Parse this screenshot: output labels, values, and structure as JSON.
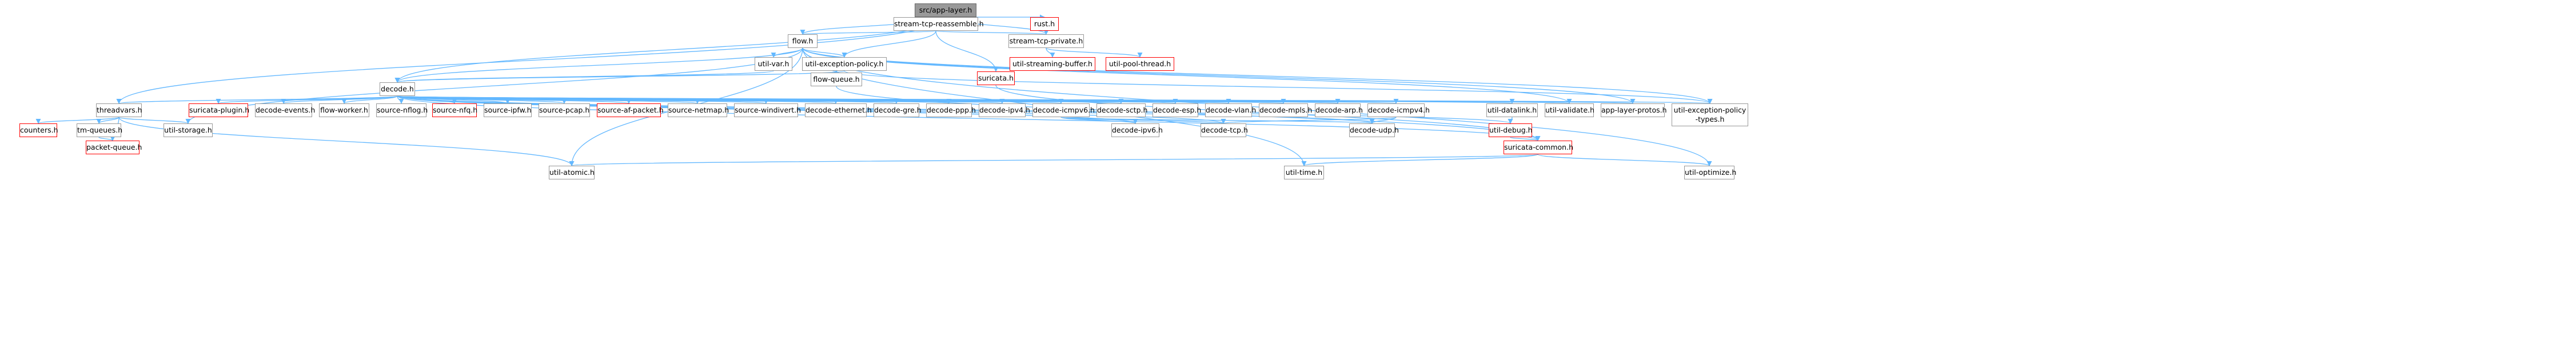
{
  "colors": {
    "edge": "#63b8ff",
    "root_fill": "#999999",
    "node_border": "#999999",
    "incomplete_border": "#ff0000"
  },
  "nodes": {
    "app_layer_h": "src/app-layer.h",
    "rust_h": "rust.h",
    "stream_tcp_reassemble_h": "stream-tcp-reassemble.h",
    "stream_tcp_private_h": "stream-tcp-private.h",
    "util_streaming_buffer_h": "util-streaming-buffer.h",
    "util_pool_thread_h": "util-pool-thread.h",
    "flow_h": "flow.h",
    "util_var_h": "util-var.h",
    "util_exception_policy_h": "util-exception-policy.h",
    "suricata_h": "suricata.h",
    "flow_queue_h": "flow-queue.h",
    "decode_h": "decode.h",
    "threadvars_h": "threadvars.h",
    "counters_h": "counters.h",
    "tm_queues_h": "tm-queues.h",
    "packet_queue_h": "packet-queue.h",
    "util_storage_h": "util-storage.h",
    "suricata_plugin_h": "suricata-plugin.h",
    "decode_events_h": "decode-events.h",
    "flow_worker_h": "flow-worker.h",
    "source_nflog_h": "source-nflog.h",
    "source_nfq_h": "source-nfq.h",
    "source_ipfw_h": "source-ipfw.h",
    "source_pcap_h": "source-pcap.h",
    "source_af_packet_h": "source-af-packet.h",
    "source_netmap_h": "source-netmap.h",
    "source_windivert_h": "source-windivert.h",
    "decode_ethernet_h": "decode-ethernet.h",
    "decode_gre_h": "decode-gre.h",
    "decode_ppp_h": "decode-ppp.h",
    "decode_ipv4_h": "decode-ipv4.h",
    "decode_icmpv6_h": "decode-icmpv6.h",
    "decode_sctp_h": "decode-sctp.h",
    "decode_esp_h": "decode-esp.h",
    "decode_vlan_h": "decode-vlan.h",
    "decode_mpls_h": "decode-mpls.h",
    "decode_arp_h": "decode-arp.h",
    "decode_icmpv4_h": "decode-icmpv4.h",
    "util_datalink_h": "util-datalink.h",
    "util_validate_h": "util-validate.h",
    "app_layer_protos_h": "app-layer-protos.h",
    "util_exception_policy_types_h_line1": "util-exception-policy",
    "util_exception_policy_types_h_line2": "-types.h",
    "decode_ipv6_h": "decode-ipv6.h",
    "decode_tcp_h": "decode-tcp.h",
    "decode_udp_h": "decode-udp.h",
    "util_debug_h": "util-debug.h",
    "suricata_common_h": "suricata-common.h",
    "util_atomic_h": "util-atomic.h",
    "util_time_h": "util-time.h",
    "util_optimize_h": "util-optimize.h"
  }
}
